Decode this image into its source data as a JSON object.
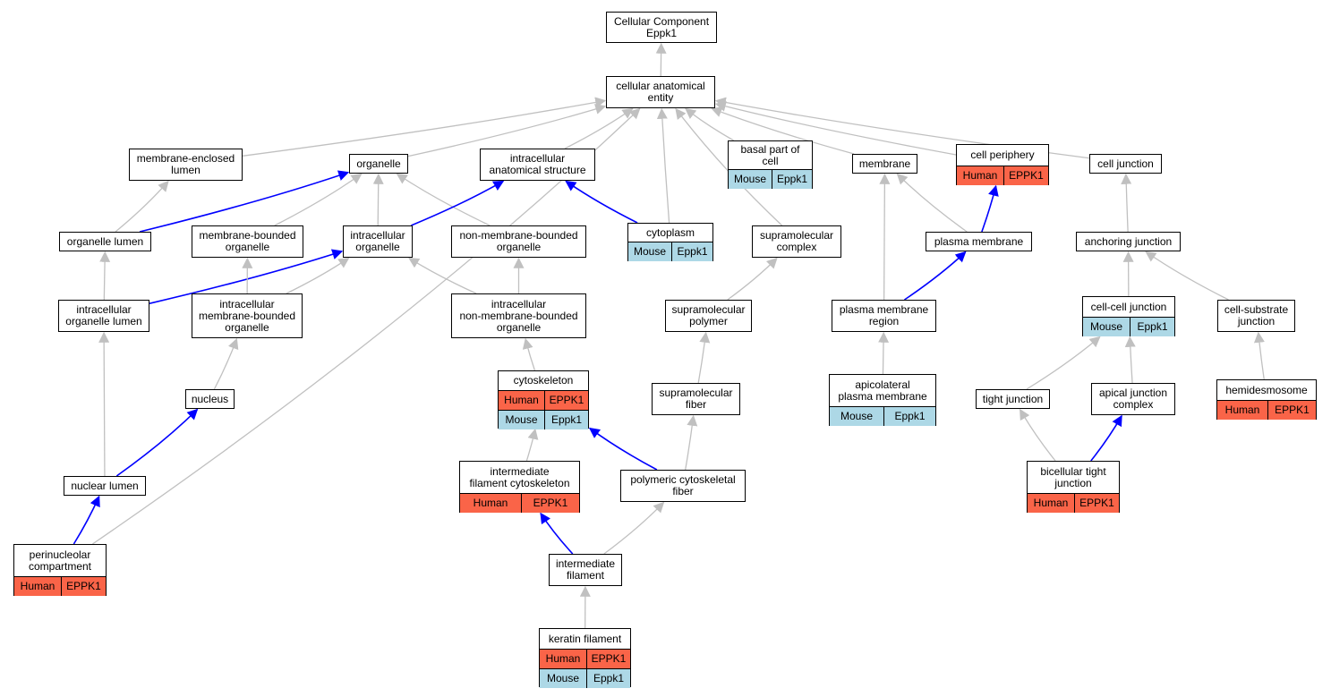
{
  "colors": {
    "gray_edge": "#c0c0c0",
    "blue_edge": "#0000ff",
    "human": "#fa6448",
    "mouse": "#add8e6"
  },
  "nodes": {
    "root": {
      "label": "Cellular Component\nEppk1"
    },
    "cae": {
      "label": "cellular anatomical\nentity"
    },
    "mel": {
      "label": "membrane-enclosed\nlumen"
    },
    "organelle": {
      "label": "organelle"
    },
    "ias": {
      "label": "intracellular\nanatomical structure"
    },
    "basal": {
      "label": "basal part of\ncell",
      "rows": [
        {
          "species": "Mouse",
          "gene": "Eppk1"
        }
      ]
    },
    "membrane": {
      "label": "membrane"
    },
    "cellperiph": {
      "label": "cell periphery",
      "rows": [
        {
          "species": "Human",
          "gene": "EPPK1"
        }
      ]
    },
    "celljunction": {
      "label": "cell junction"
    },
    "orglumen": {
      "label": "organelle lumen"
    },
    "mbo": {
      "label": "membrane-bounded\norganelle"
    },
    "intraorg": {
      "label": "intracellular\norganelle"
    },
    "nmbo": {
      "label": "non-membrane-bounded\norganelle"
    },
    "cytoplasm": {
      "label": "cytoplasm",
      "rows": [
        {
          "species": "Mouse",
          "gene": "Eppk1"
        }
      ]
    },
    "supracomplex": {
      "label": "supramolecular\ncomplex"
    },
    "plasmamembrane": {
      "label": "plasma membrane"
    },
    "anchoring": {
      "label": "anchoring junction"
    },
    "iol": {
      "label": "intracellular\norganelle lumen"
    },
    "imbo": {
      "label": "intracellular\nmembrane-bounded\norganelle"
    },
    "inmbo": {
      "label": "intracellular\nnon-membrane-bounded\norganelle"
    },
    "suprapolymer": {
      "label": "supramolecular\npolymer"
    },
    "pmregion": {
      "label": "plasma membrane\nregion"
    },
    "ccjunction": {
      "label": "cell-cell junction",
      "rows": [
        {
          "species": "Mouse",
          "gene": "Eppk1"
        }
      ]
    },
    "csjunction": {
      "label": "cell-substrate\njunction"
    },
    "nucleus": {
      "label": "nucleus"
    },
    "cytoskeleton": {
      "label": "cytoskeleton",
      "rows": [
        {
          "species": "Human",
          "gene": "EPPK1"
        },
        {
          "species": "Mouse",
          "gene": "Eppk1"
        }
      ]
    },
    "suprafiber": {
      "label": "supramolecular\nfiber"
    },
    "apicolateral": {
      "label": "apicolateral\nplasma membrane",
      "rows": [
        {
          "species": "Mouse",
          "gene": "Eppk1"
        }
      ]
    },
    "tight": {
      "label": "tight junction"
    },
    "apicaljc": {
      "label": "apical junction\ncomplex"
    },
    "hemides": {
      "label": "hemidesmosome",
      "rows": [
        {
          "species": "Human",
          "gene": "EPPK1"
        }
      ]
    },
    "nuclumen": {
      "label": "nuclear lumen"
    },
    "ifc": {
      "label": "intermediate\nfilament cytoskeleton",
      "rows": [
        {
          "species": "Human",
          "gene": "EPPK1"
        }
      ]
    },
    "pcf": {
      "label": "polymeric cytoskeletal\nfiber"
    },
    "bicellular": {
      "label": "bicellular tight\njunction",
      "rows": [
        {
          "species": "Human",
          "gene": "EPPK1"
        }
      ]
    },
    "perinuc": {
      "label": "perinucleolar\ncompartment",
      "rows": [
        {
          "species": "Human",
          "gene": "EPPK1"
        }
      ]
    },
    "intfil": {
      "label": "intermediate\nfilament"
    },
    "keratin": {
      "label": "keratin filament",
      "rows": [
        {
          "species": "Human",
          "gene": "EPPK1"
        },
        {
          "species": "Mouse",
          "gene": "Eppk1"
        }
      ]
    }
  },
  "edges": [
    {
      "from": "cae",
      "to": "root",
      "color": "gray"
    },
    {
      "from": "mel",
      "to": "cae",
      "color": "gray"
    },
    {
      "from": "organelle",
      "to": "cae",
      "color": "gray"
    },
    {
      "from": "ias",
      "to": "cae",
      "color": "gray"
    },
    {
      "from": "basal",
      "to": "cae",
      "color": "gray"
    },
    {
      "from": "membrane",
      "to": "cae",
      "color": "gray"
    },
    {
      "from": "cellperiph",
      "to": "cae",
      "color": "gray"
    },
    {
      "from": "celljunction",
      "to": "cae",
      "color": "gray"
    },
    {
      "from": "cytoplasm",
      "to": "cae",
      "color": "gray"
    },
    {
      "from": "supracomplex",
      "to": "cae",
      "color": "gray"
    },
    {
      "from": "perinuc",
      "to": "cae",
      "color": "gray"
    },
    {
      "from": "orglumen",
      "to": "mel",
      "color": "gray"
    },
    {
      "from": "orglumen",
      "to": "organelle",
      "color": "blue"
    },
    {
      "from": "mbo",
      "to": "organelle",
      "color": "gray"
    },
    {
      "from": "intraorg",
      "to": "organelle",
      "color": "gray"
    },
    {
      "from": "nmbo",
      "to": "organelle",
      "color": "gray"
    },
    {
      "from": "intraorg",
      "to": "ias",
      "color": "blue"
    },
    {
      "from": "cytoplasm",
      "to": "ias",
      "color": "blue"
    },
    {
      "from": "plasmamembrane",
      "to": "membrane",
      "color": "gray"
    },
    {
      "from": "plasmamembrane",
      "to": "cellperiph",
      "color": "blue"
    },
    {
      "from": "anchoring",
      "to": "celljunction",
      "color": "gray"
    },
    {
      "from": "iol",
      "to": "orglumen",
      "color": "gray"
    },
    {
      "from": "iol",
      "to": "intraorg",
      "color": "blue"
    },
    {
      "from": "imbo",
      "to": "mbo",
      "color": "gray"
    },
    {
      "from": "imbo",
      "to": "intraorg",
      "color": "gray"
    },
    {
      "from": "inmbo",
      "to": "intraorg",
      "color": "gray"
    },
    {
      "from": "inmbo",
      "to": "nmbo",
      "color": "gray"
    },
    {
      "from": "suprapolymer",
      "to": "supracomplex",
      "color": "gray"
    },
    {
      "from": "pmregion",
      "to": "membrane",
      "color": "gray"
    },
    {
      "from": "pmregion",
      "to": "plasmamembrane",
      "color": "blue"
    },
    {
      "from": "ccjunction",
      "to": "anchoring",
      "color": "gray"
    },
    {
      "from": "csjunction",
      "to": "anchoring",
      "color": "gray"
    },
    {
      "from": "nucleus",
      "to": "imbo",
      "color": "gray"
    },
    {
      "from": "cytoskeleton",
      "to": "inmbo",
      "color": "gray"
    },
    {
      "from": "suprafiber",
      "to": "suprapolymer",
      "color": "gray"
    },
    {
      "from": "apicolateral",
      "to": "pmregion",
      "color": "gray"
    },
    {
      "from": "tight",
      "to": "ccjunction",
      "color": "gray"
    },
    {
      "from": "apicaljc",
      "to": "ccjunction",
      "color": "gray"
    },
    {
      "from": "hemides",
      "to": "csjunction",
      "color": "gray"
    },
    {
      "from": "nuclumen",
      "to": "iol",
      "color": "gray"
    },
    {
      "from": "nuclumen",
      "to": "nucleus",
      "color": "blue"
    },
    {
      "from": "ifc",
      "to": "cytoskeleton",
      "color": "gray"
    },
    {
      "from": "pcf",
      "to": "cytoskeleton",
      "color": "blue"
    },
    {
      "from": "pcf",
      "to": "suprafiber",
      "color": "gray"
    },
    {
      "from": "bicellular",
      "to": "tight",
      "color": "gray"
    },
    {
      "from": "bicellular",
      "to": "apicaljc",
      "color": "blue"
    },
    {
      "from": "perinuc",
      "to": "nuclumen",
      "color": "blue"
    },
    {
      "from": "intfil",
      "to": "ifc",
      "color": "blue"
    },
    {
      "from": "intfil",
      "to": "pcf",
      "color": "gray"
    },
    {
      "from": "keratin",
      "to": "intfil",
      "color": "gray"
    }
  ]
}
